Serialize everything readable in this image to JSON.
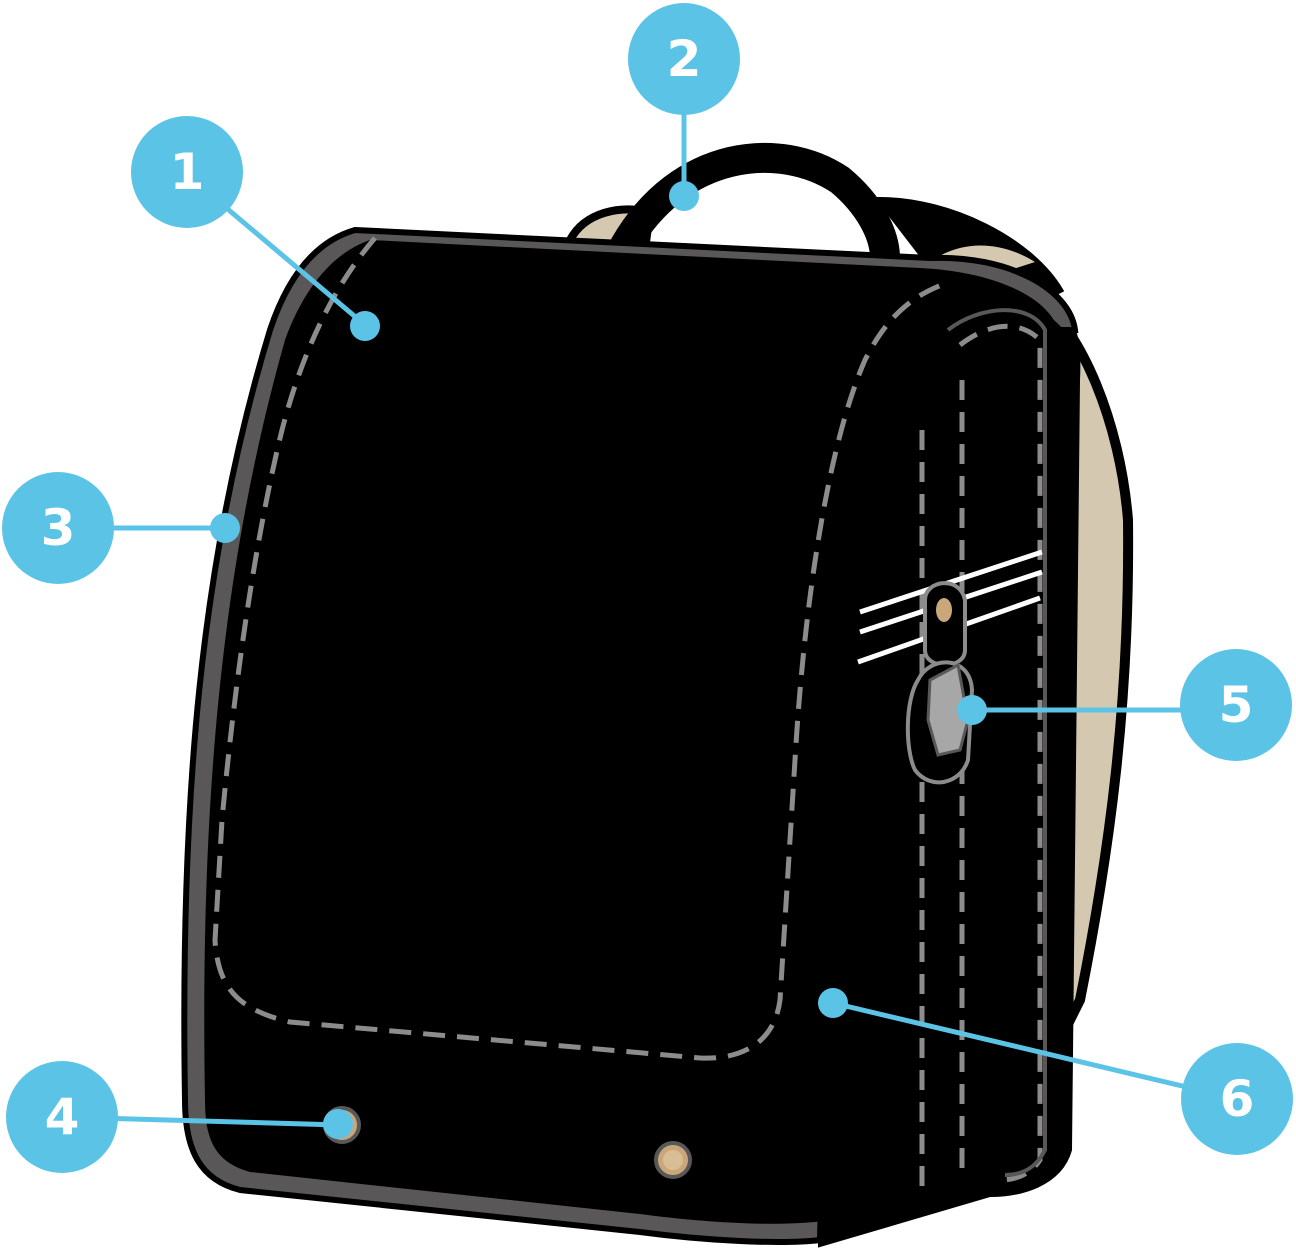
{
  "callouts": [
    {
      "id": "1",
      "label": "1"
    },
    {
      "id": "2",
      "label": "2"
    },
    {
      "id": "3",
      "label": "3"
    },
    {
      "id": "4",
      "label": "4"
    },
    {
      "id": "5",
      "label": "5"
    },
    {
      "id": "6",
      "label": "6"
    }
  ],
  "colors": {
    "accent": "#5bc4e6",
    "body": "#000000",
    "trim": "#595757",
    "stitch": "#8c8c8c",
    "back_panel": "#d4c8b0",
    "rivet": "#c9a77a"
  }
}
